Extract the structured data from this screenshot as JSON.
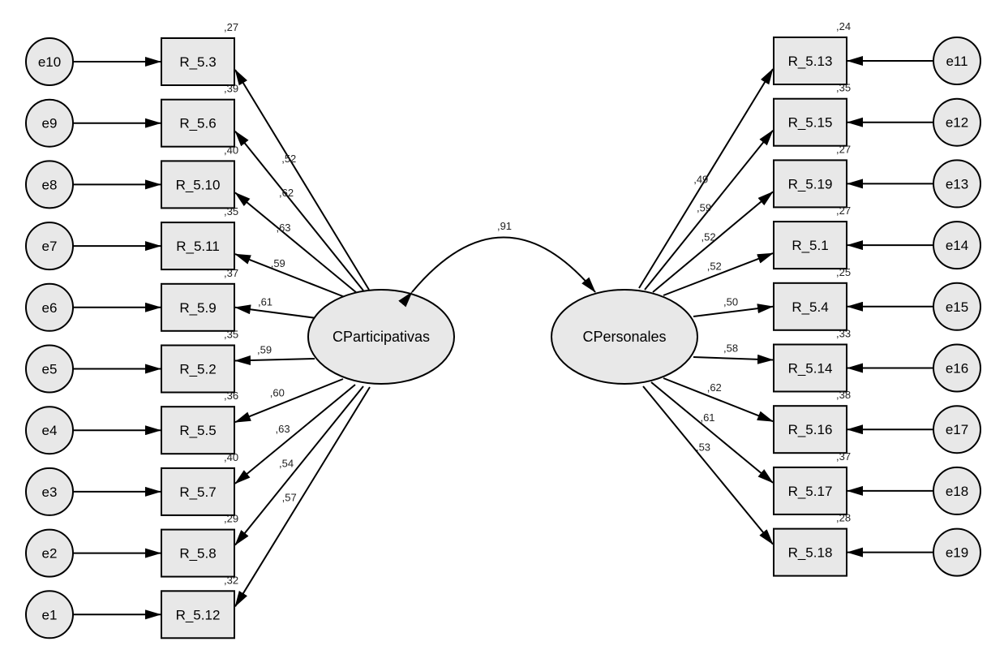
{
  "latents": [
    {
      "id": "L",
      "label": "CParticipativas"
    },
    {
      "id": "R",
      "label": "CPersonales"
    }
  ],
  "correlation": {
    "value": ",91"
  },
  "left_indicators": [
    {
      "item": "R_5.3",
      "error": "e10",
      "loading": ",52",
      "r2": ",27"
    },
    {
      "item": "R_5.6",
      "error": "e9",
      "loading": ",62",
      "r2": ",39"
    },
    {
      "item": "R_5.10",
      "error": "e8",
      "loading": ",63",
      "r2": ",40"
    },
    {
      "item": "R_5.11",
      "error": "e7",
      "loading": ",59",
      "r2": ",35"
    },
    {
      "item": "R_5.9",
      "error": "e6",
      "loading": ",61",
      "r2": ",37"
    },
    {
      "item": "R_5.2",
      "error": "e5",
      "loading": ",59",
      "r2": ",35"
    },
    {
      "item": "R_5.5",
      "error": "e4",
      "loading": ",60",
      "r2": ",36"
    },
    {
      "item": "R_5.7",
      "error": "e3",
      "loading": ",63",
      "r2": ",40"
    },
    {
      "item": "R_5.8",
      "error": "e2",
      "loading": ",54",
      "r2": ",29"
    },
    {
      "item": "R_5.12",
      "error": "e1",
      "loading": ",57",
      "r2": ",32"
    }
  ],
  "right_indicators": [
    {
      "item": "R_5.13",
      "error": "e11",
      "loading": ",49",
      "r2": ",24"
    },
    {
      "item": "R_5.15",
      "error": "e12",
      "loading": ",59",
      "r2": ",35"
    },
    {
      "item": "R_5.19",
      "error": "e13",
      "loading": ",52",
      "r2": ",27"
    },
    {
      "item": "R_5.1",
      "error": "e14",
      "loading": ",52",
      "r2": ",27"
    },
    {
      "item": "R_5.4",
      "error": "e15",
      "loading": ",50",
      "r2": ",25"
    },
    {
      "item": "R_5.14",
      "error": "e16",
      "loading": ",58",
      "r2": ",33"
    },
    {
      "item": "R_5.16",
      "error": "e17",
      "loading": ",62",
      "r2": ",38"
    },
    {
      "item": "R_5.17",
      "error": "e18",
      "loading": ",61",
      "r2": ",37"
    },
    {
      "item": "R_5.18",
      "error": "e19",
      "loading": ",53",
      "r2": ",28"
    }
  ]
}
